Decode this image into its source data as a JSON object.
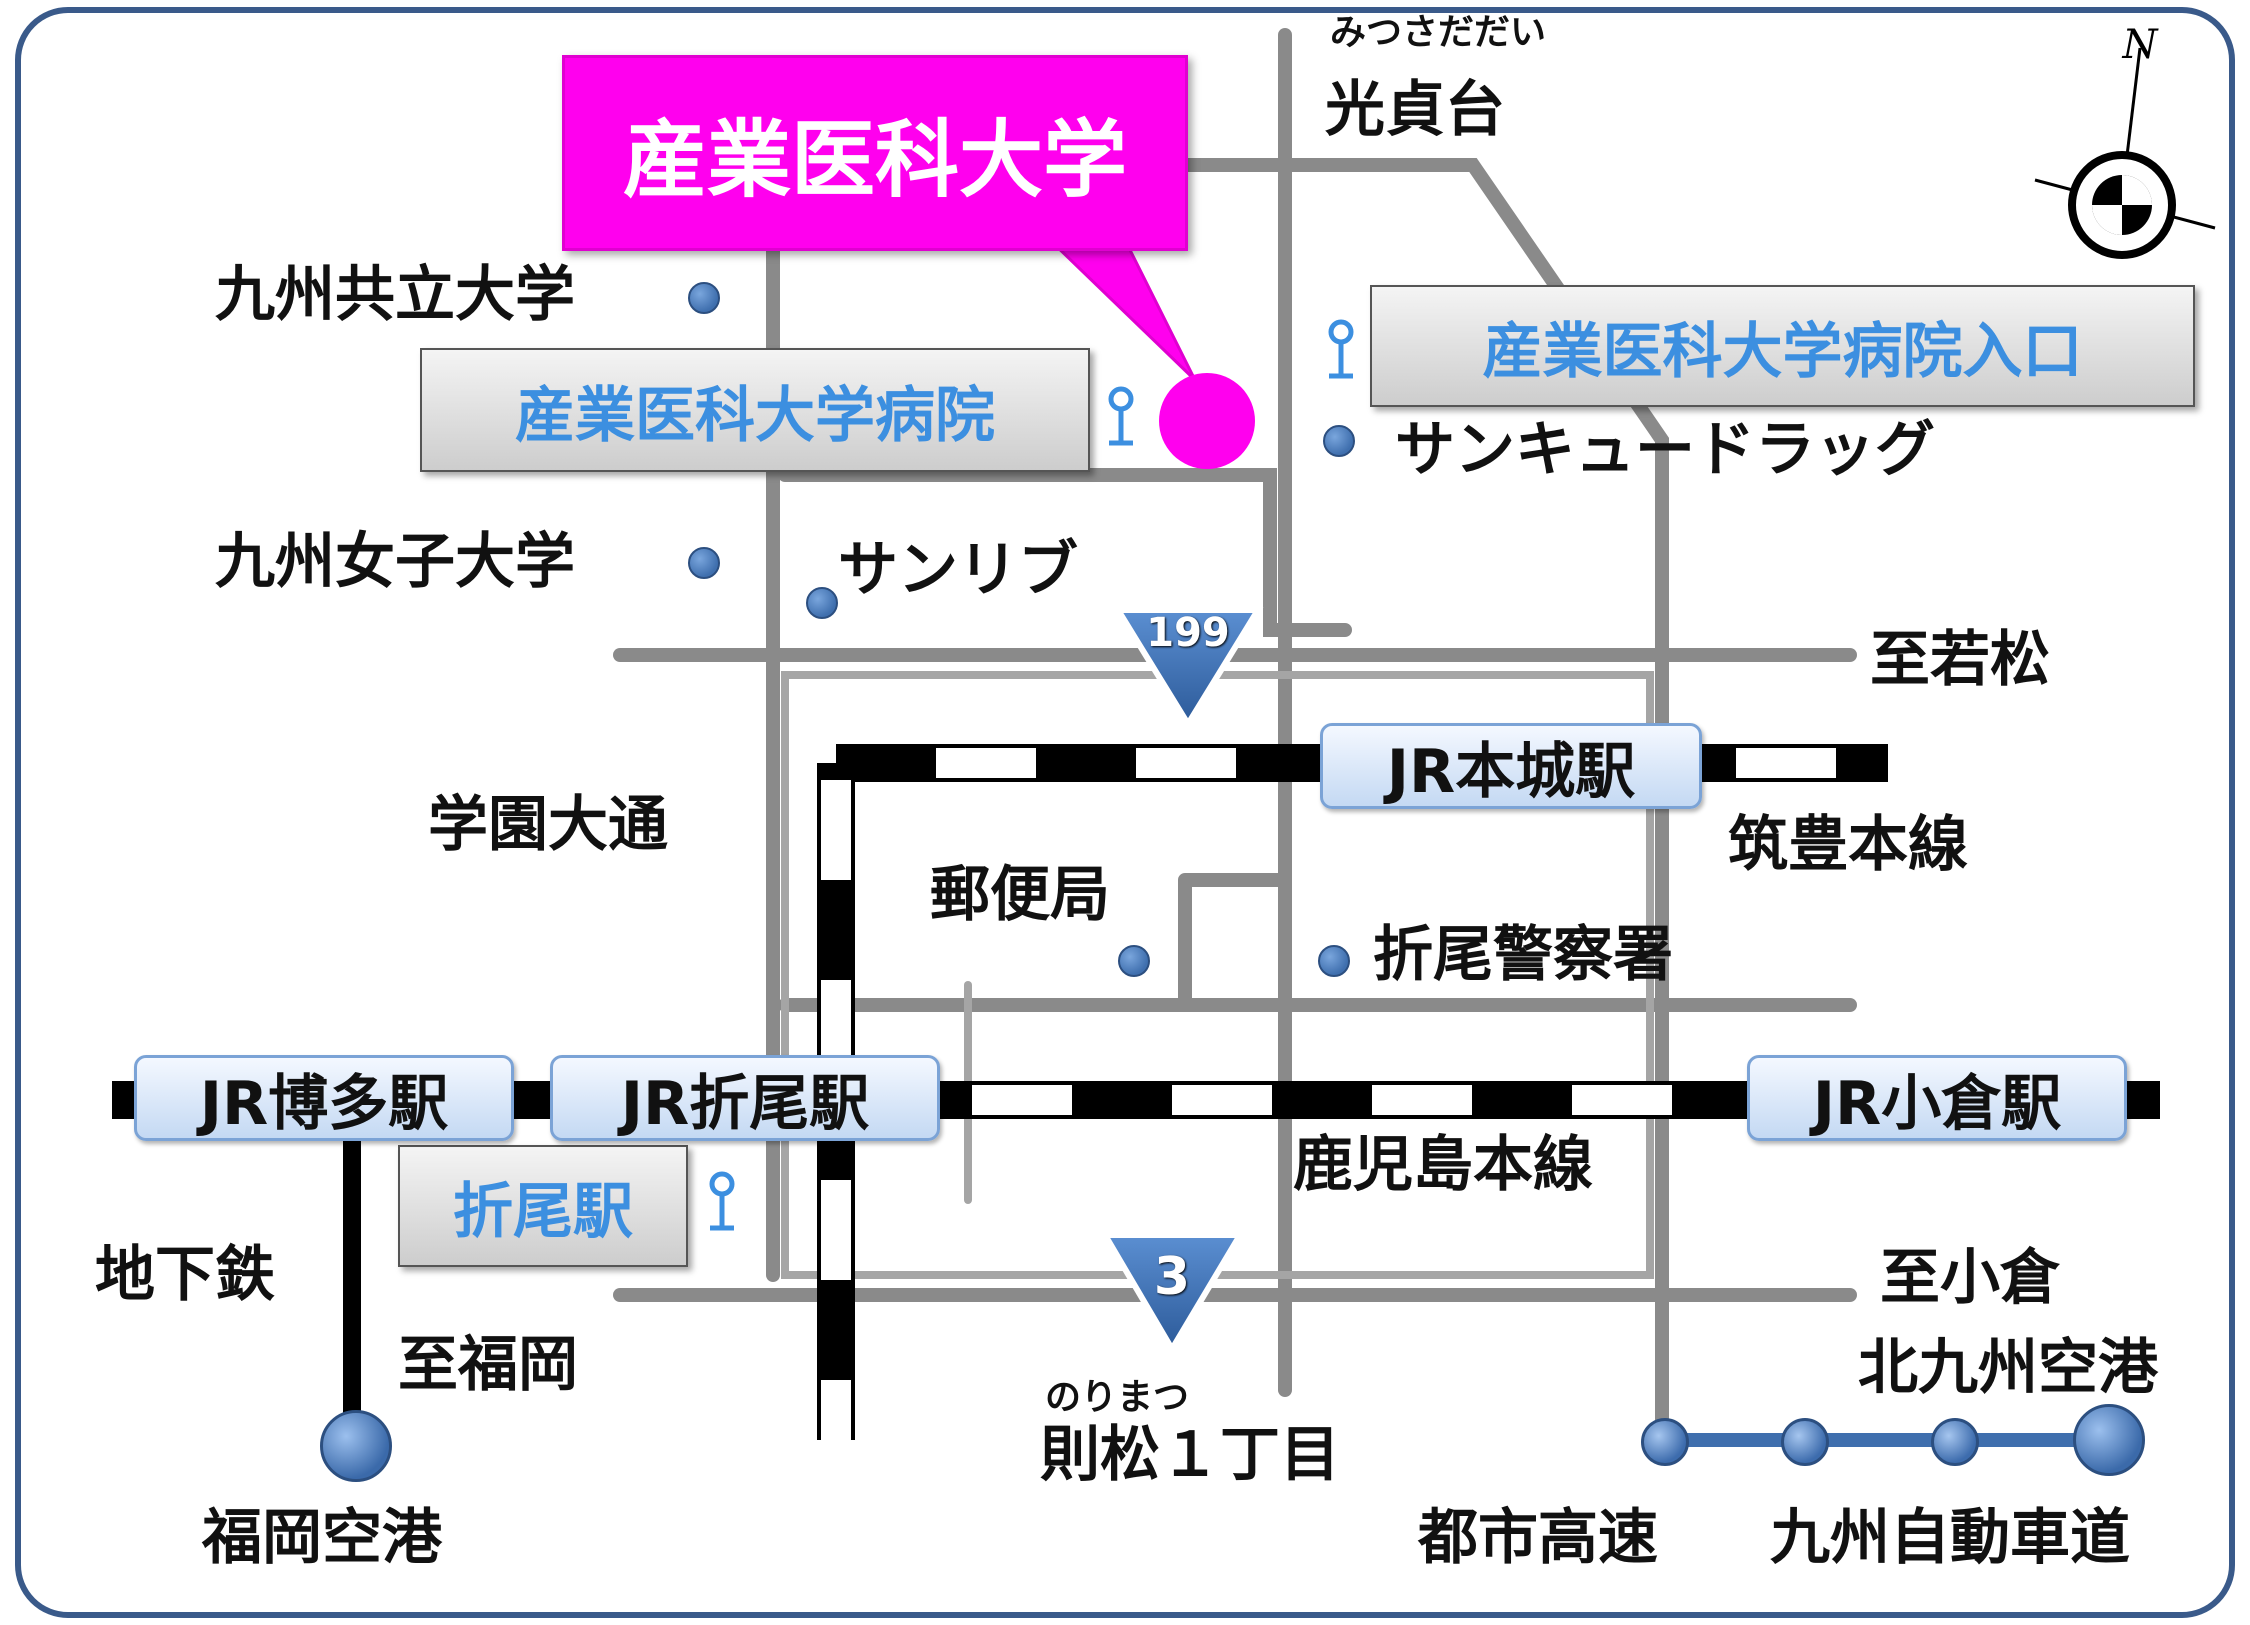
{
  "hospital_callout": {
    "label": "産業医科大学"
  },
  "bus_stops": {
    "hospital": "産業医科大学病院",
    "hospital_entrance": "産業医科大学病院入口",
    "orio_station": "折尾駅"
  },
  "jr_stations": {
    "hakata": "JR博多駅",
    "orio": "JR折尾駅",
    "honjo": "JR本城駅",
    "kokura": "JR小倉駅"
  },
  "places": {
    "mitsusadai": {
      "name": "光貞台",
      "reading": "みつさだだい"
    },
    "kyushu_kyoritsu": "九州共立大学",
    "kyushu_joshi": "九州女子大学",
    "sun_kyu_drug": "サンキュードラッグ",
    "sunlive": "サンリブ",
    "gakuen_odori": "学園大通",
    "post_office": "郵便局",
    "orio_police": "折尾警察署",
    "chikuho_line": "筑豊本線",
    "kagoshima_line": "鹿児島本線",
    "to_wakamatsu": "至若松",
    "to_kokura": "至小倉",
    "to_fukuoka": "至福岡",
    "subway": "地下鉄",
    "fukuoka_airport": "福岡空港",
    "kitakyushu_airport": "北九州空港",
    "norimatsu": {
      "name": "則松１丁目",
      "reading": "のりまつ"
    },
    "urban_expressway": "都市高速",
    "kyushu_expressway": "九州自動車道"
  },
  "route_markers": {
    "route_199": "199",
    "route_3": "3"
  },
  "compass": {
    "north_label": "N"
  },
  "colors": {
    "road": "#8a8a8a",
    "road_edge": "#ffffff",
    "frame": "#3a5a8a",
    "callout": "#ff00ee",
    "bus_stop": "#3c8fe0",
    "marker_blue": "#3f6fae"
  }
}
